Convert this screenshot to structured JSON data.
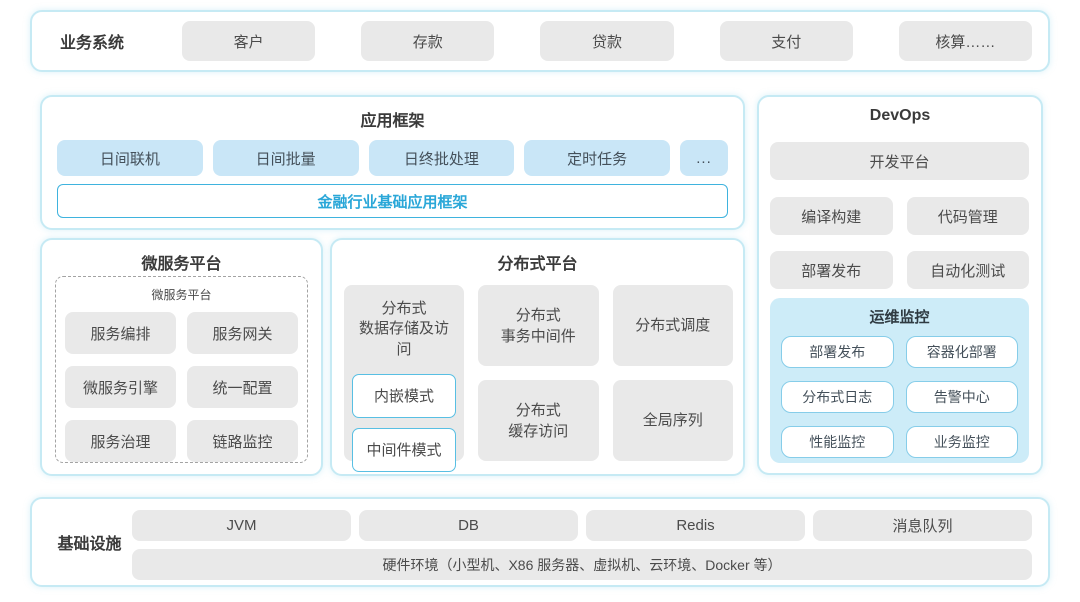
{
  "colors": {
    "accent_blue": "#2aa7d8",
    "panel_border": "#c6eaf4",
    "chip_grey": "#e9e9e9",
    "chip_blue": "#c9e6f7",
    "ops_panel_bg": "#cdecf8",
    "ops_chip_border": "#86cde9",
    "mode_chip_border": "#58bfe3"
  },
  "business": {
    "label": "业务系统",
    "items": [
      "客户",
      "存款",
      "贷款",
      "支付",
      "核算……"
    ]
  },
  "app_framework": {
    "title": "应用框架",
    "chips": [
      "日间联机",
      "日间批量",
      "日终批处理",
      "定时任务",
      "..."
    ],
    "base_bar": "金融行业基础应用框架"
  },
  "microservices": {
    "title": "微服务平台",
    "inner_title": "微服务平台",
    "chips": [
      "服务编排",
      "服务网关",
      "微服务引擎",
      "统一配置",
      "服务治理",
      "链路监控"
    ]
  },
  "distributed": {
    "title": "分布式平台",
    "storage": {
      "label": "分布式\n数据存储及访问",
      "modes": [
        "内嵌模式",
        "中间件模式"
      ]
    },
    "cells": [
      "分布式\n事务中间件",
      "分布式调度",
      "分布式\n缓存访问",
      "全局序列"
    ]
  },
  "devops": {
    "title": "DevOps",
    "platform": "开发平台",
    "chips": [
      "编译构建",
      "代码管理",
      "部署发布",
      "自动化测试"
    ],
    "monitor": {
      "title": "运维监控",
      "chips": [
        "部署发布",
        "容器化部署",
        "分布式日志",
        "告警中心",
        "性能监控",
        "业务监控"
      ]
    }
  },
  "infrastructure": {
    "label": "基础设施",
    "chips": [
      "JVM",
      "DB",
      "Redis",
      "消息队列"
    ],
    "hardware": "硬件环境（小型机、X86 服务器、虚拟机、云环境、Docker 等）"
  }
}
